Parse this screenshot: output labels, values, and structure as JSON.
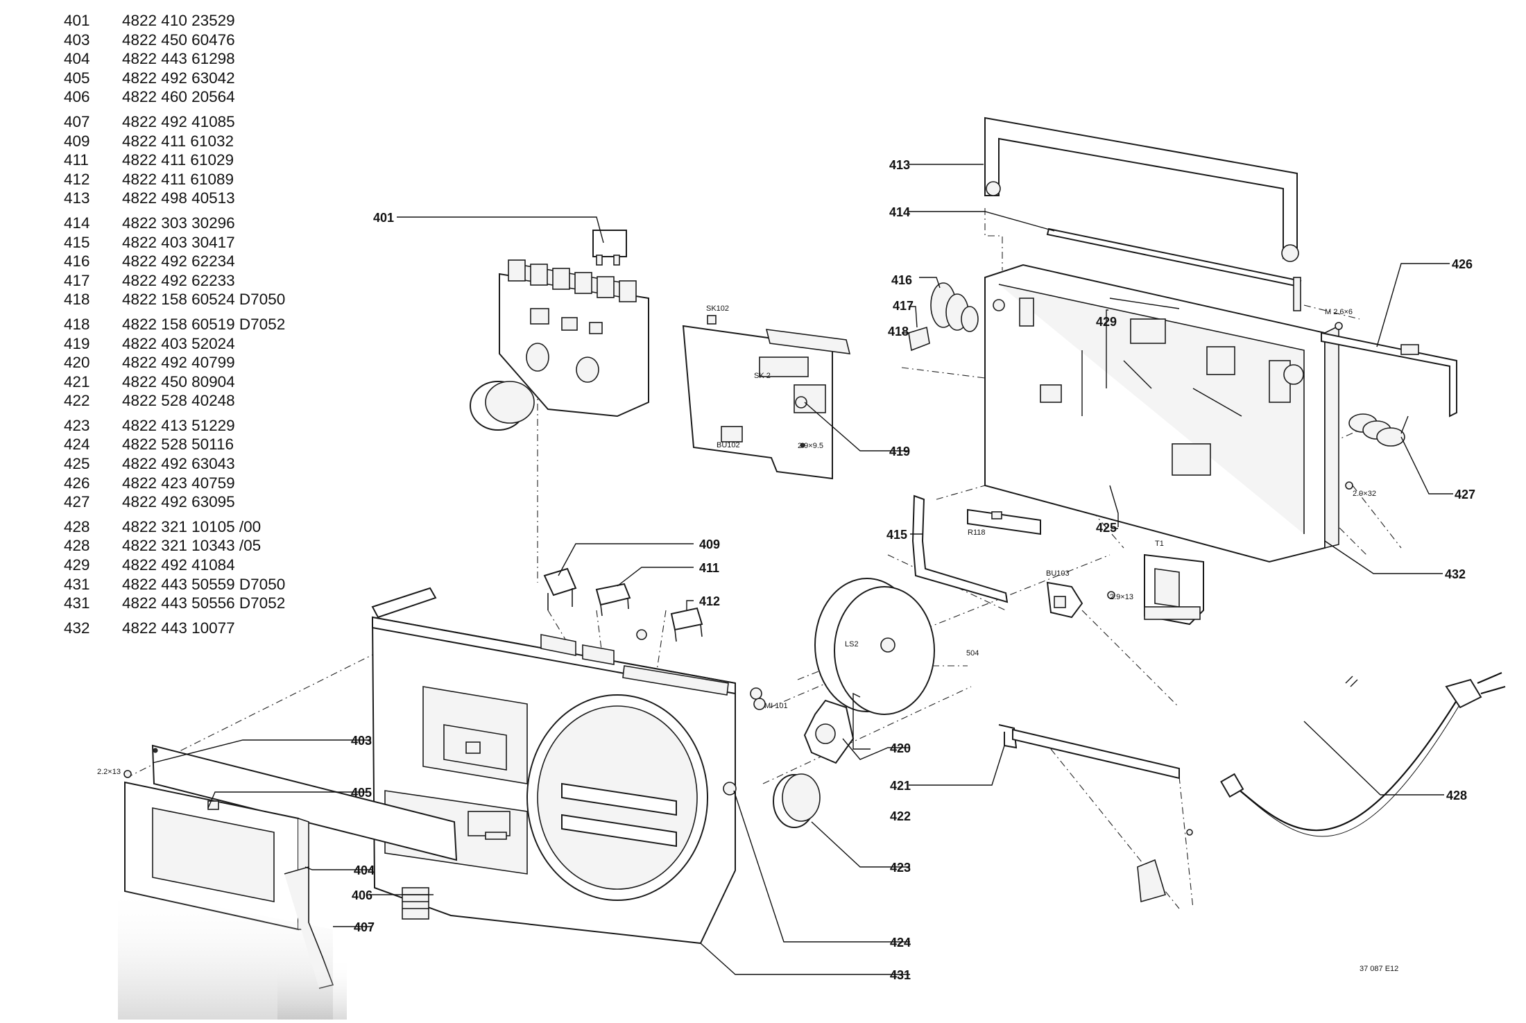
{
  "parts_list": [
    {
      "no": "401",
      "code": "4822 410 23529"
    },
    {
      "no": "403",
      "code": "4822 450 60476"
    },
    {
      "no": "404",
      "code": "4822 443 61298"
    },
    {
      "no": "405",
      "code": "4822 492 63042"
    },
    {
      "no": "406",
      "code": "4822 460 20564"
    },
    {
      "no": "407",
      "code": "4822 492 41085"
    },
    {
      "no": "409",
      "code": "4822 411 61032"
    },
    {
      "no": "411",
      "code": "4822 411 61029"
    },
    {
      "no": "412",
      "code": "4822 411 61089"
    },
    {
      "no": "413",
      "code": "4822 498 40513"
    },
    {
      "no": "414",
      "code": "4822 303 30296"
    },
    {
      "no": "415",
      "code": "4822 403 30417"
    },
    {
      "no": "416",
      "code": "4822 492 62234"
    },
    {
      "no": "417",
      "code": "4822 492 62233"
    },
    {
      "no": "418",
      "code": "4822 158 60524 D7050"
    },
    {
      "no": "418",
      "code": "4822 158 60519 D7052"
    },
    {
      "no": "419",
      "code": "4822 403 52024"
    },
    {
      "no": "420",
      "code": "4822 492 40799"
    },
    {
      "no": "421",
      "code": "4822 450 80904"
    },
    {
      "no": "422",
      "code": "4822 528 40248"
    },
    {
      "no": "423",
      "code": "4822 413 51229"
    },
    {
      "no": "424",
      "code": "4822 528 50116"
    },
    {
      "no": "425",
      "code": "4822 492 63043"
    },
    {
      "no": "426",
      "code": "4822 423 40759"
    },
    {
      "no": "427",
      "code": "4822 492 63095"
    },
    {
      "no": "428",
      "code": "4822 321 10105 /00"
    },
    {
      "no": "428",
      "code": "4822 321 10343 /05"
    },
    {
      "no": "429",
      "code": "4822 492 41084"
    },
    {
      "no": "431",
      "code": "4822 443 50559 D7050"
    },
    {
      "no": "431",
      "code": "4822 443 50556 D7052"
    },
    {
      "no": "432",
      "code": "4822 443 10077"
    }
  ],
  "callouts": {
    "c401": "401",
    "c403": "403",
    "c404": "404",
    "c405": "405",
    "c406": "406",
    "c407": "407",
    "c409": "409",
    "c411": "411",
    "c412": "412",
    "c413": "413",
    "c414": "414",
    "c415": "415",
    "c416": "416",
    "c417": "417",
    "c418": "418",
    "c419": "419",
    "c420": "420",
    "c421": "421",
    "c422": "422",
    "c423": "423",
    "c424": "424",
    "c425": "425",
    "c426": "426",
    "c427": "427",
    "c428": "428",
    "c429": "429",
    "c431": "431",
    "c432": "432"
  },
  "small_labels": {
    "sk102": "SK102",
    "sk2": "SK 2",
    "bu102": "BU102",
    "screw_29x95": "2.9×9.5",
    "m26x6": "M 2.6×6",
    "screw_29x32": "2.9×32",
    "r118": "R118",
    "bu103": "BU103",
    "t1": "T1",
    "screw_29x13": "2.9×13",
    "ls2": "LS2",
    "code_504": "504",
    "mi101": "MI 101",
    "screw_22x13": "2.2×13"
  },
  "drawing_id": "37 087 E12"
}
